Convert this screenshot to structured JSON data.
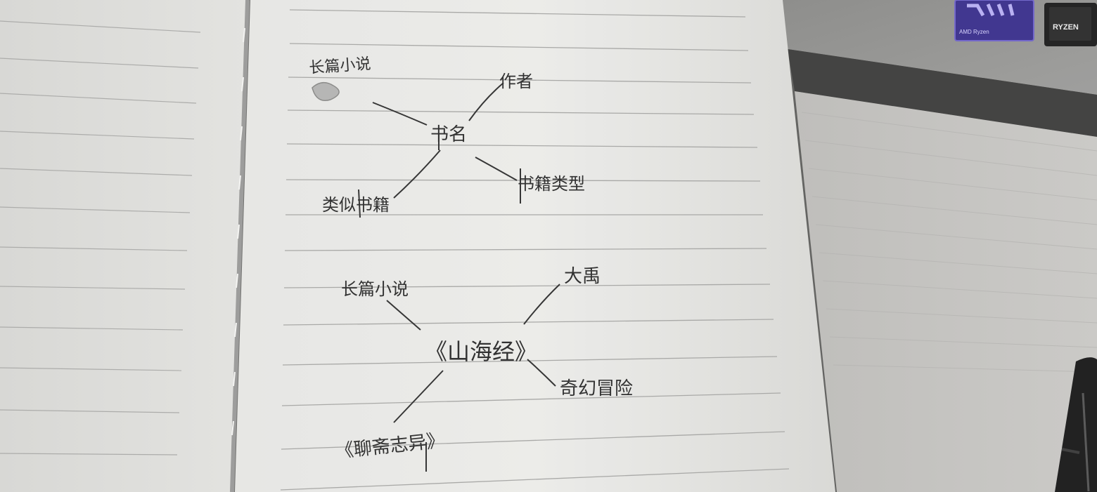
{
  "notebook": {
    "mindmap_1": {
      "center": "书名",
      "branches": [
        "长篇小说",
        "作者",
        "书籍类型",
        "类似书籍"
      ]
    },
    "mindmap_2": {
      "center": "《山海经》",
      "branches": [
        "长篇小说",
        "大禹",
        "奇幻冒险",
        "《聊斋志异》"
      ]
    }
  },
  "laptop": {
    "sticker_text": "AMD Ryzen",
    "badge_text": "RYZEN",
    "sticker_color": "#3a2f8c"
  }
}
